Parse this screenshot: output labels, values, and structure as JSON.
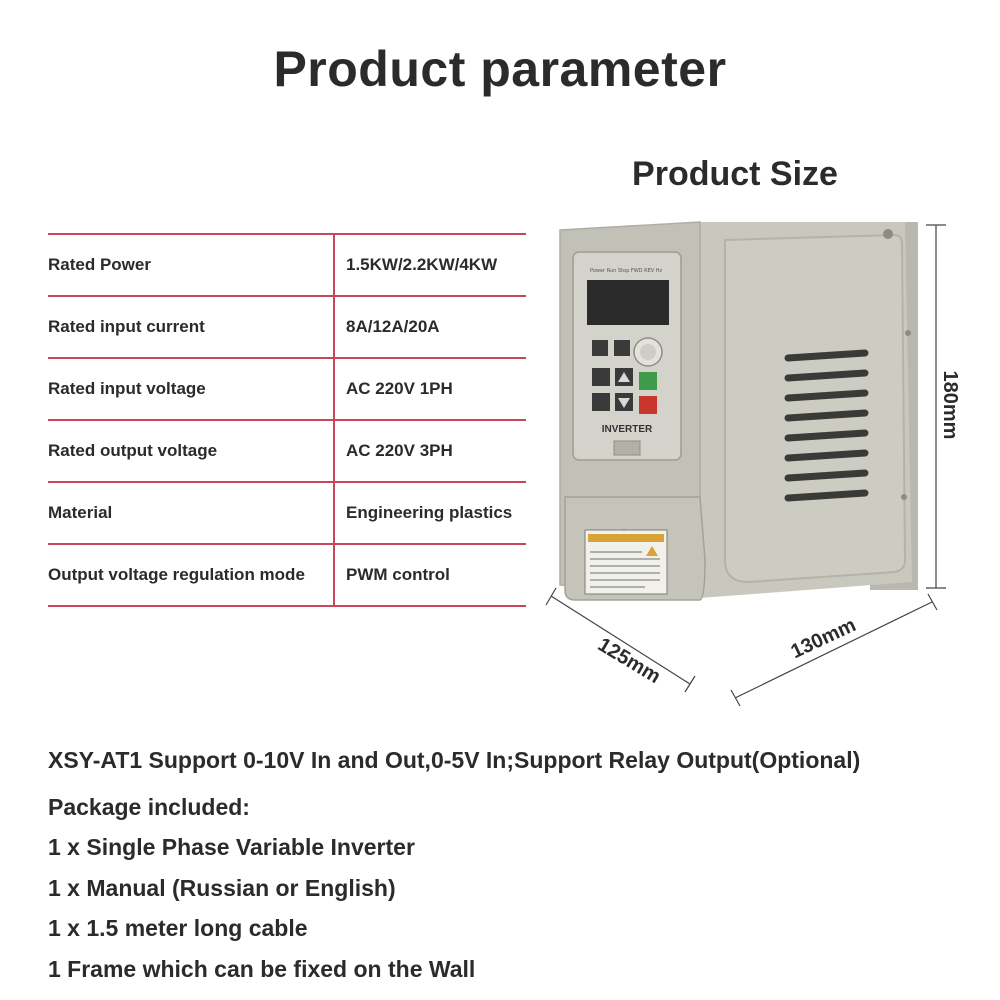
{
  "title": "Product parameter",
  "size_section": {
    "title": "Product Size",
    "height_label": "180mm",
    "depth_label": "125mm",
    "width_label": "130mm"
  },
  "specs": [
    {
      "label": "Rated Power",
      "value": "1.5KW/2.2KW/4KW"
    },
    {
      "label": "Rated input current",
      "value": "8A/12A/20A"
    },
    {
      "label": "Rated input voltage",
      "value": "AC 220V  1PH"
    },
    {
      "label": "Rated output voltage",
      "value": "AC 220V  3PH"
    },
    {
      "label": "Material",
      "value": "Engineering plastics"
    },
    {
      "label": "Output voltage regulation mode",
      "value": "PWM control"
    }
  ],
  "device": {
    "panel_label": "INVERTER"
  },
  "support_note": "XSY-AT1 Support 0-10V In and Out,0-5V In;Support Relay Output(Optional)",
  "package": {
    "heading": "Package included:",
    "items": [
      "1 x Single Phase Variable Inverter",
      "1 x Manual (Russian or English)",
      "1 x 1.5 meter long cable",
      "1 Frame which can be fixed on the Wall"
    ]
  },
  "colors": {
    "table_rule": "#c9465a",
    "device_body": "#c7c6bd",
    "text": "#2b2b2b"
  }
}
